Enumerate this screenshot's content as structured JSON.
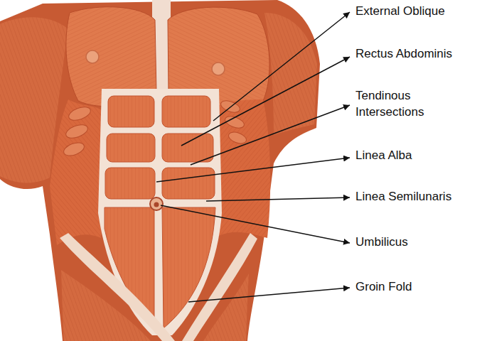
{
  "diagram": {
    "labels": [
      "External Oblique",
      "Rectus Abdominis",
      "Tendinous Intersections",
      "Linea Alba",
      "Linea Semilunaris",
      "Umbilicus",
      "Groin Fold"
    ]
  }
}
